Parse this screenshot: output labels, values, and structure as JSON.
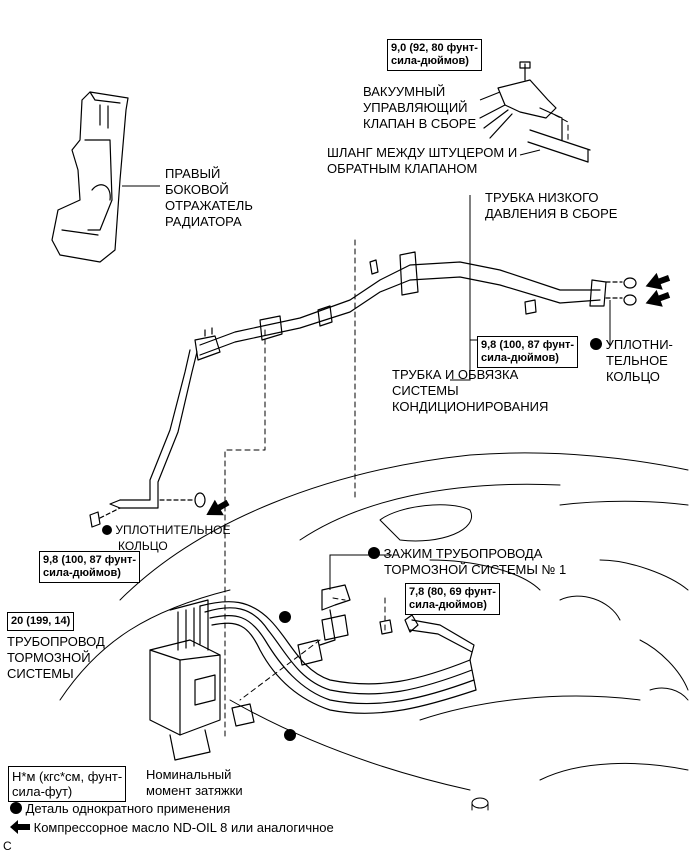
{
  "labels": {
    "radiator_deflector": [
      "ПРАВЫЙ",
      "БОКОВОЙ",
      "ОТРАЖАТЕЛЬ",
      "РАДИАТОРА"
    ],
    "vacuum_valve": [
      "ВАКУУМНЫЙ",
      "УПРАВЛЯЮЩИЙ",
      "КЛАПАН В СБОРЕ"
    ],
    "hose": [
      "ШЛАНГ МЕЖДУ ШТУЦЕРОМ И",
      "ОБРАТНЫМ КЛАПАНОМ"
    ],
    "low_pressure_tube": [
      "ТРУБКА НИЗКОГО",
      "ДАВЛЕНИЯ В СБОРЕ"
    ],
    "oring_right": [
      "УПЛОТНИ-",
      "ТЕЛЬНОЕ",
      "КОЛЬЦО"
    ],
    "ac_tube": [
      "ТРУБКА И ОБВЯЗКА",
      "СИСТЕМЫ",
      "КОНДИЦИОНИРОВАНИЯ"
    ],
    "oring_left": [
      "УПЛОТНИТЕЛЬНОЕ",
      "КОЛЬЦО"
    ],
    "brake_clamp": [
      "ЗАЖИМ ТРУБОПРОВОДА",
      "ТОРМОЗНОЙ СИСТЕМЫ № 1"
    ],
    "brake_line": [
      "ТРУБОПРОВОД",
      "ТОРМОЗНОЙ",
      "СИСТЕМЫ"
    ]
  },
  "torques": {
    "t1": [
      "9,0 (92, 80 фунт-",
      "сила-дюймов)"
    ],
    "t2": [
      "9,8 (100, 87 фунт-",
      "сила-дюймов)"
    ],
    "t3": [
      "9,8 (100, 87 фунт-",
      "сила-дюймов)"
    ],
    "t4": [
      "7,8 (80, 69 фунт-",
      "сила-дюймов)"
    ],
    "t5": [
      "20 (199, 14)"
    ]
  },
  "legend": {
    "torque_box": [
      "Н*м (кгс*см, фунт-",
      "сила-фут)"
    ],
    "torque_desc": [
      "Номинальный",
      "момент затяжки"
    ],
    "single_use": "Деталь однократного применения",
    "compressor_oil": "Компрессорное масло ND-OIL 8 или аналогичное"
  },
  "figure_code": "C"
}
